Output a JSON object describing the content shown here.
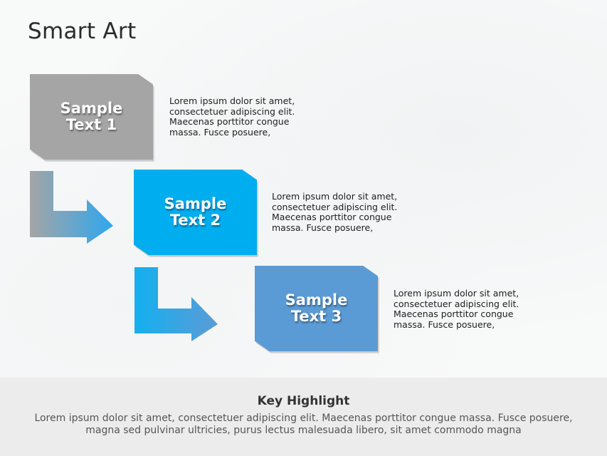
{
  "slide": {
    "title": "Smart Art"
  },
  "steps": [
    {
      "label_line1": "Sample",
      "label_line2": "Text 1",
      "color": "#a5a5a5",
      "description": "Lorem ipsum dolor sit amet, consectetuer adipiscing elit. Maecenas porttitor congue massa. Fusce posuere,"
    },
    {
      "label_line1": "Sample",
      "label_line2": "Text 2",
      "color": "#00adef",
      "description": "Lorem ipsum dolor sit amet, consectetuer adipiscing elit. Maecenas porttitor congue massa. Fusce posuere,"
    },
    {
      "label_line1": "Sample",
      "label_line2": "Text 3",
      "color": "#5b9bd5",
      "description": "Lorem ipsum dolor sit amet, consectetuer adipiscing elit. Maecenas porttitor congue massa. Fusce posuere,"
    }
  ],
  "connectors": [
    {
      "icon": "bent-arrow-right-icon",
      "from_color": "#a5a5a5",
      "to_color": "#2ea7ee"
    },
    {
      "icon": "bent-arrow-right-icon",
      "from_color": "#13b0f0",
      "to_color": "#5b9bd5"
    }
  ],
  "footer": {
    "title": "Key Highlight",
    "text": "Lorem ipsum dolor sit amet, consectetuer adipiscing elit. Maecenas porttitor congue massa. Fusce posuere, magna sed pulvinar ultricies, purus lectus malesuada libero, sit amet commodo magna"
  }
}
